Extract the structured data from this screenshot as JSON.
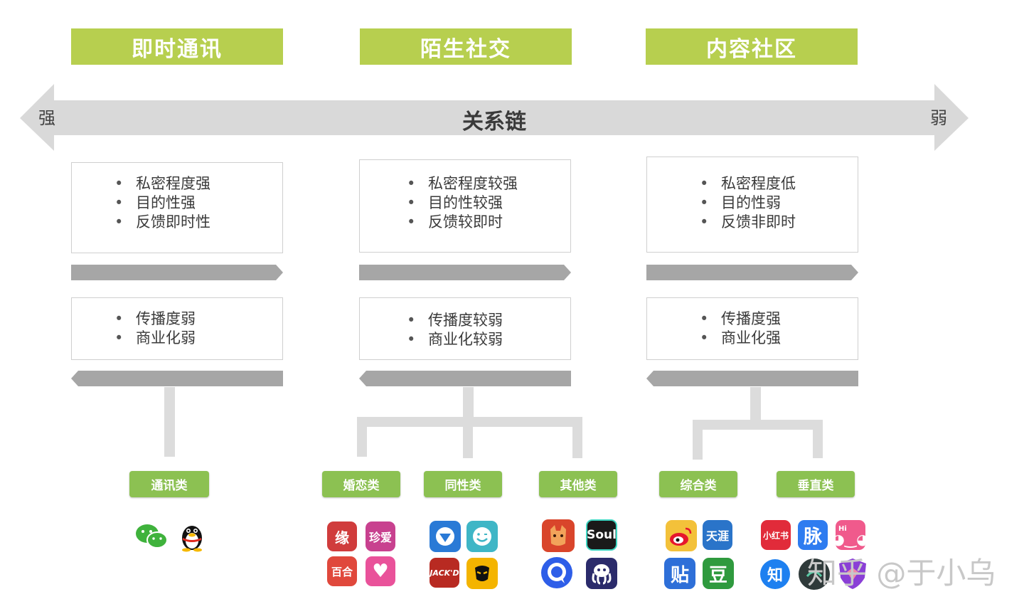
{
  "headers": {
    "im": "即时通讯",
    "stranger": "陌生社交",
    "content": "内容社区"
  },
  "axis": {
    "label": "关系链",
    "left": "强",
    "right": "弱"
  },
  "upper_boxes": [
    {
      "items": [
        "私密程度强",
        "目的性强",
        "反馈即时性"
      ]
    },
    {
      "items": [
        "私密程度较强",
        "目的性较强",
        "反馈较即时"
      ]
    },
    {
      "items": [
        "私密程度低",
        "目的性弱",
        "反馈非即时"
      ]
    }
  ],
  "lower_boxes": [
    {
      "items": [
        "传播度弱",
        "商业化弱"
      ]
    },
    {
      "items": [
        "传播度较弱",
        "商业化较弱"
      ]
    },
    {
      "items": [
        "传播度强",
        "商业化强"
      ]
    }
  ],
  "categories": {
    "im": "通讯类",
    "dating": "婚恋类",
    "gay": "同性类",
    "other": "其他类",
    "general": "综合类",
    "vertical": "垂直类"
  },
  "app_labels": {
    "jiayuan": "缘",
    "zhenai": "珍爱",
    "baihe": "百合",
    "jackd": "JACK'D",
    "soul": "Soul",
    "tianya": "天涯",
    "tieba": "贴",
    "douban": "豆",
    "xiaohongshu": "小红书",
    "maimai": "脉",
    "zhihu": "知",
    "hi": "Hi"
  },
  "watermark": "知乎 @于小乌",
  "colors": {
    "header_green": "#b7cf4f",
    "category_green": "#8cc152",
    "arrow_gray": "#d9d9d9",
    "bar_gray": "#a6a6a6"
  }
}
